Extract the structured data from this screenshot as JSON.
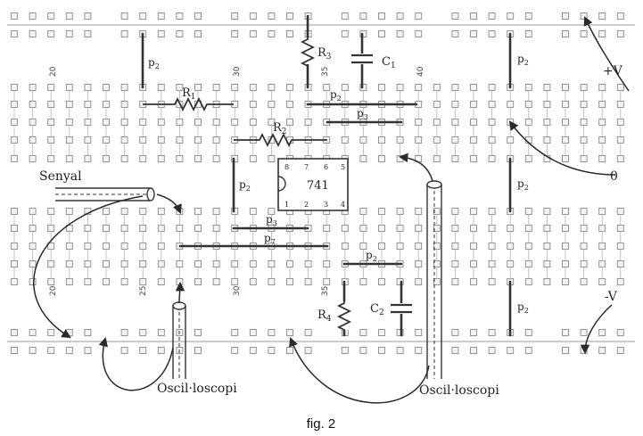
{
  "figure": {
    "caption": "fig. 2"
  },
  "labels": {
    "p2": "p",
    "p2_sub": "2",
    "p3_sub": "3",
    "p7_sub": "7",
    "r1": "R",
    "r1_sub": "1",
    "r2": "R",
    "r2_sub": "2",
    "r3": "R",
    "r3_sub": "3",
    "r4": "R",
    "r4_sub": "4",
    "c1": "C",
    "c1_sub": "1",
    "c2": "C",
    "c2_sub": "2",
    "chip": "741",
    "signal": "Senyal",
    "scope_left": "Oscil·loscopi",
    "scope_right": "Oscil·loscopi",
    "vplus": "+V",
    "zero": "0",
    "vminus": "-V"
  },
  "column_numbers": {
    "top": [
      "20",
      "30",
      "35",
      "40"
    ],
    "bottom": [
      "20",
      "25",
      "30",
      "35"
    ]
  },
  "chip_pins": {
    "top": [
      "8",
      "7",
      "6",
      "5"
    ],
    "bottom": [
      "1",
      "2",
      "3",
      "4"
    ]
  },
  "colors": {
    "hole": "#8a8a8a",
    "hole_fill": "#f4f4f4",
    "rail_line": "#9a9a9a",
    "wire": "#333333",
    "curve": "#2a2a2a"
  }
}
